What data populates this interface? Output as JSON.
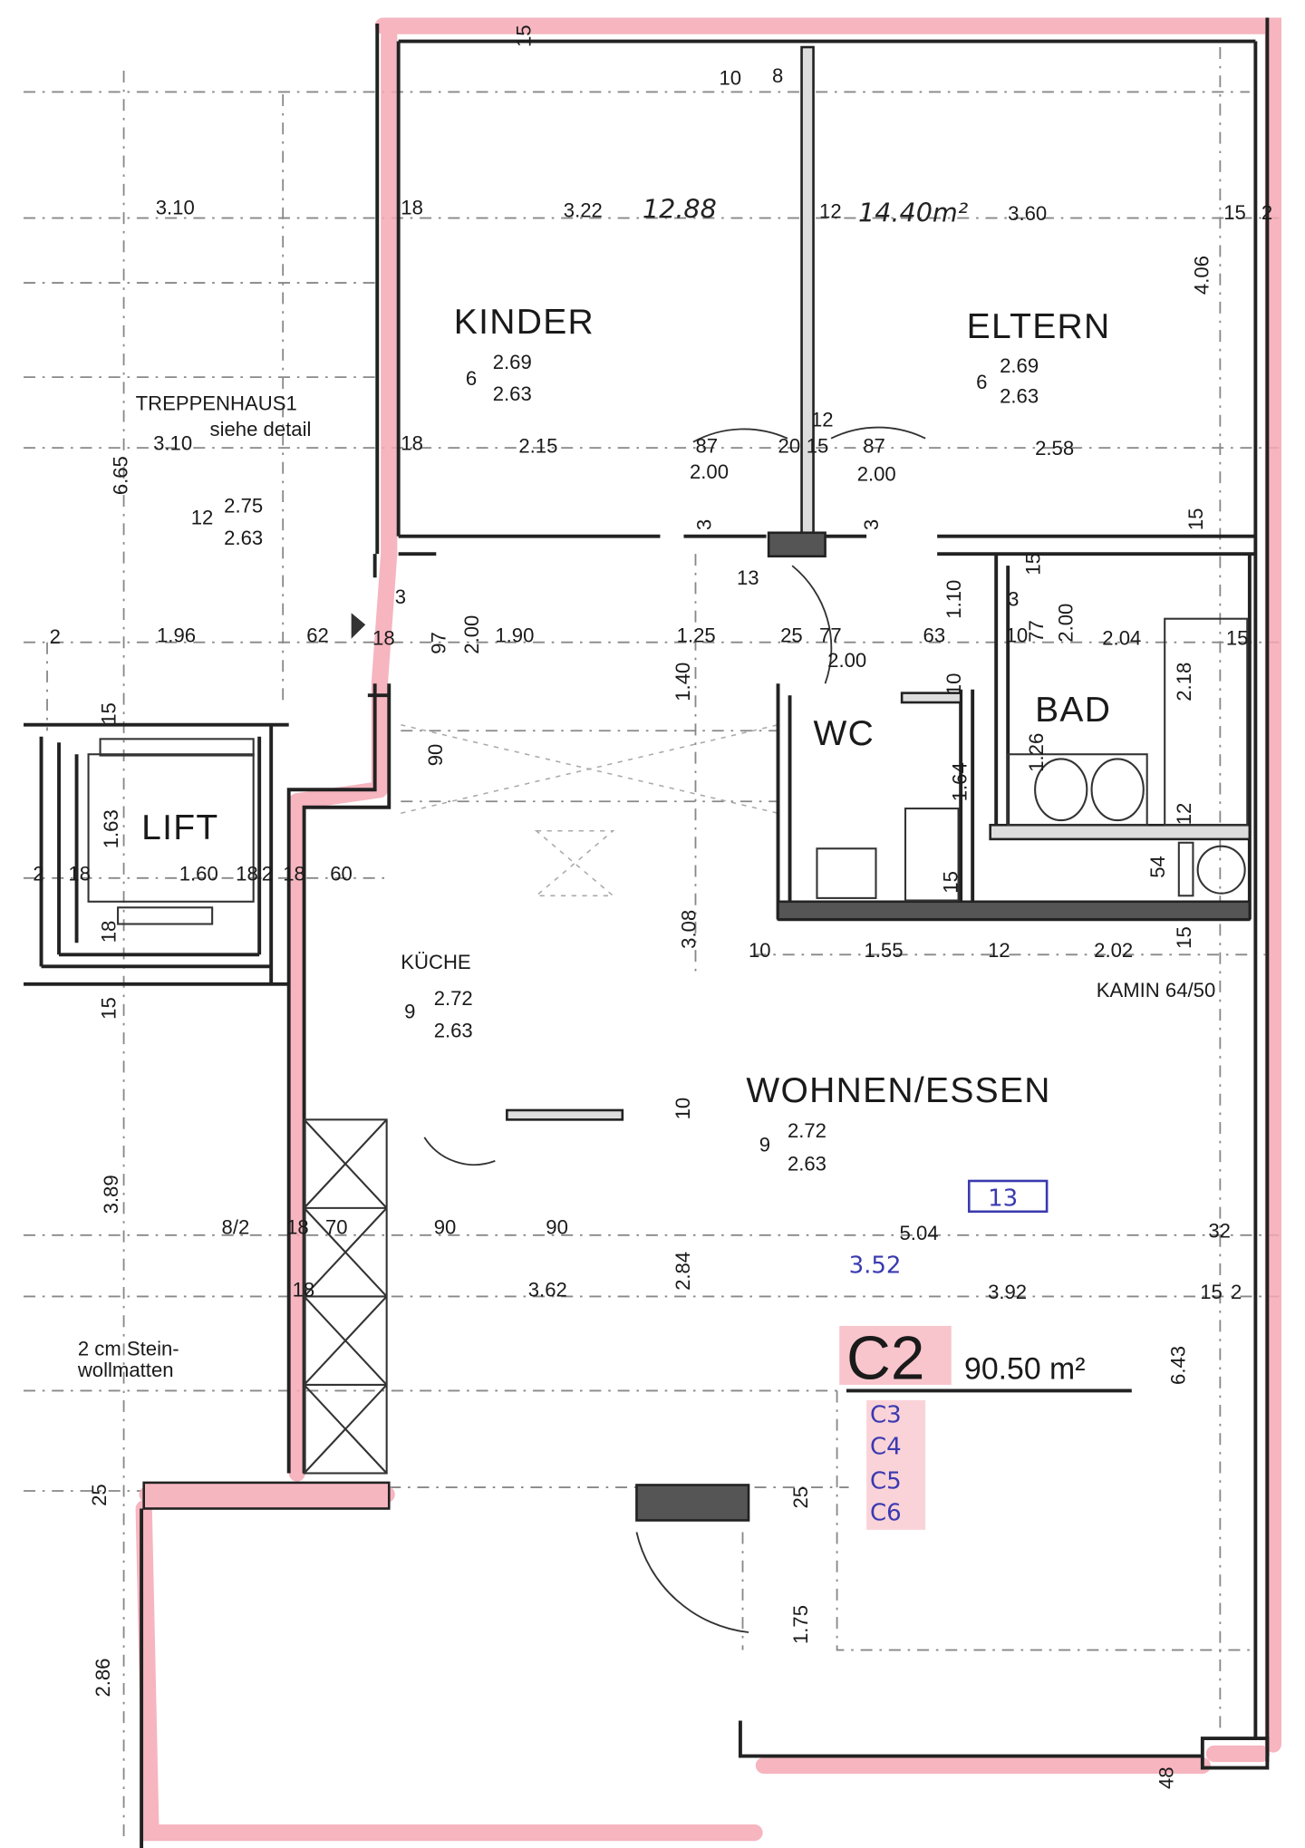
{
  "rooms": {
    "kinder": {
      "name": "KINDER",
      "code": "6",
      "upper": "2.69",
      "lower": "2.63",
      "area": "12.88"
    },
    "eltern": {
      "name": "ELTERN",
      "code": "6",
      "upper": "2.69",
      "lower": "2.63",
      "area": "14.40m²"
    },
    "treppenhaus": {
      "name": "TREPPENHAUS1",
      "note": "siehe detail",
      "code": "12",
      "upper": "2.75",
      "lower": "2.63"
    },
    "lift": {
      "name": "LIFT"
    },
    "wc": {
      "name": "WC"
    },
    "bad": {
      "name": "BAD"
    },
    "kueche": {
      "name": "KÜCHE",
      "code": "9",
      "upper": "2.72",
      "lower": "2.63"
    },
    "wohnen": {
      "name": "WOHNEN/ESSEN",
      "code": "9",
      "upper": "2.72",
      "lower": "2.63"
    }
  },
  "labels": {
    "kamin": "KAMIN 64/50",
    "insulation_line1": "2 cm Stein-",
    "insulation_line2": "wollmatten"
  },
  "unit": {
    "id": "C2",
    "area": "90.50 m²"
  },
  "handwritten": {
    "box_number": "13",
    "measure": "3.52",
    "codes": [
      "C3",
      "C4",
      "C5",
      "C6"
    ]
  },
  "colors": {
    "highlight": "#f4a8b4",
    "ink": "#1a1a1a",
    "pen_blue": "#3a3ab0"
  },
  "dimensions": [
    "15",
    "10",
    "8",
    "3.10",
    "18",
    "3.22",
    "12",
    "3.60",
    "15",
    "2",
    "4.06",
    "6.65",
    "3.10",
    "18",
    "2.15",
    "87",
    "2.00",
    "20",
    "15",
    "12",
    "87",
    "2.00",
    "2.58",
    "3",
    "3",
    "15",
    "13",
    "3",
    "1.10",
    "3",
    "15",
    "2",
    "1.96",
    "62",
    "18",
    "97",
    "2.00",
    "1.90",
    "1.25",
    "25",
    "77",
    "2.00",
    "63",
    "10",
    "77",
    "2.00",
    "2.04",
    "15",
    "1.40",
    "10",
    "2.18",
    "15",
    "90",
    "1.26",
    "1.64",
    "12",
    "54",
    "15",
    "1.63",
    "2",
    "18",
    "1.60",
    "18",
    "2",
    "18",
    "60",
    "18",
    "15",
    "3.08",
    "10",
    "1.55",
    "12",
    "2.02",
    "15",
    "10",
    "3.89",
    "8/2",
    "18",
    "70",
    "90",
    "90",
    "5.04",
    "32",
    "3.62",
    "2.84",
    "3.92",
    "15",
    "2",
    "18",
    "6.43",
    "25",
    "25",
    "1.75",
    "2.86",
    "48"
  ]
}
